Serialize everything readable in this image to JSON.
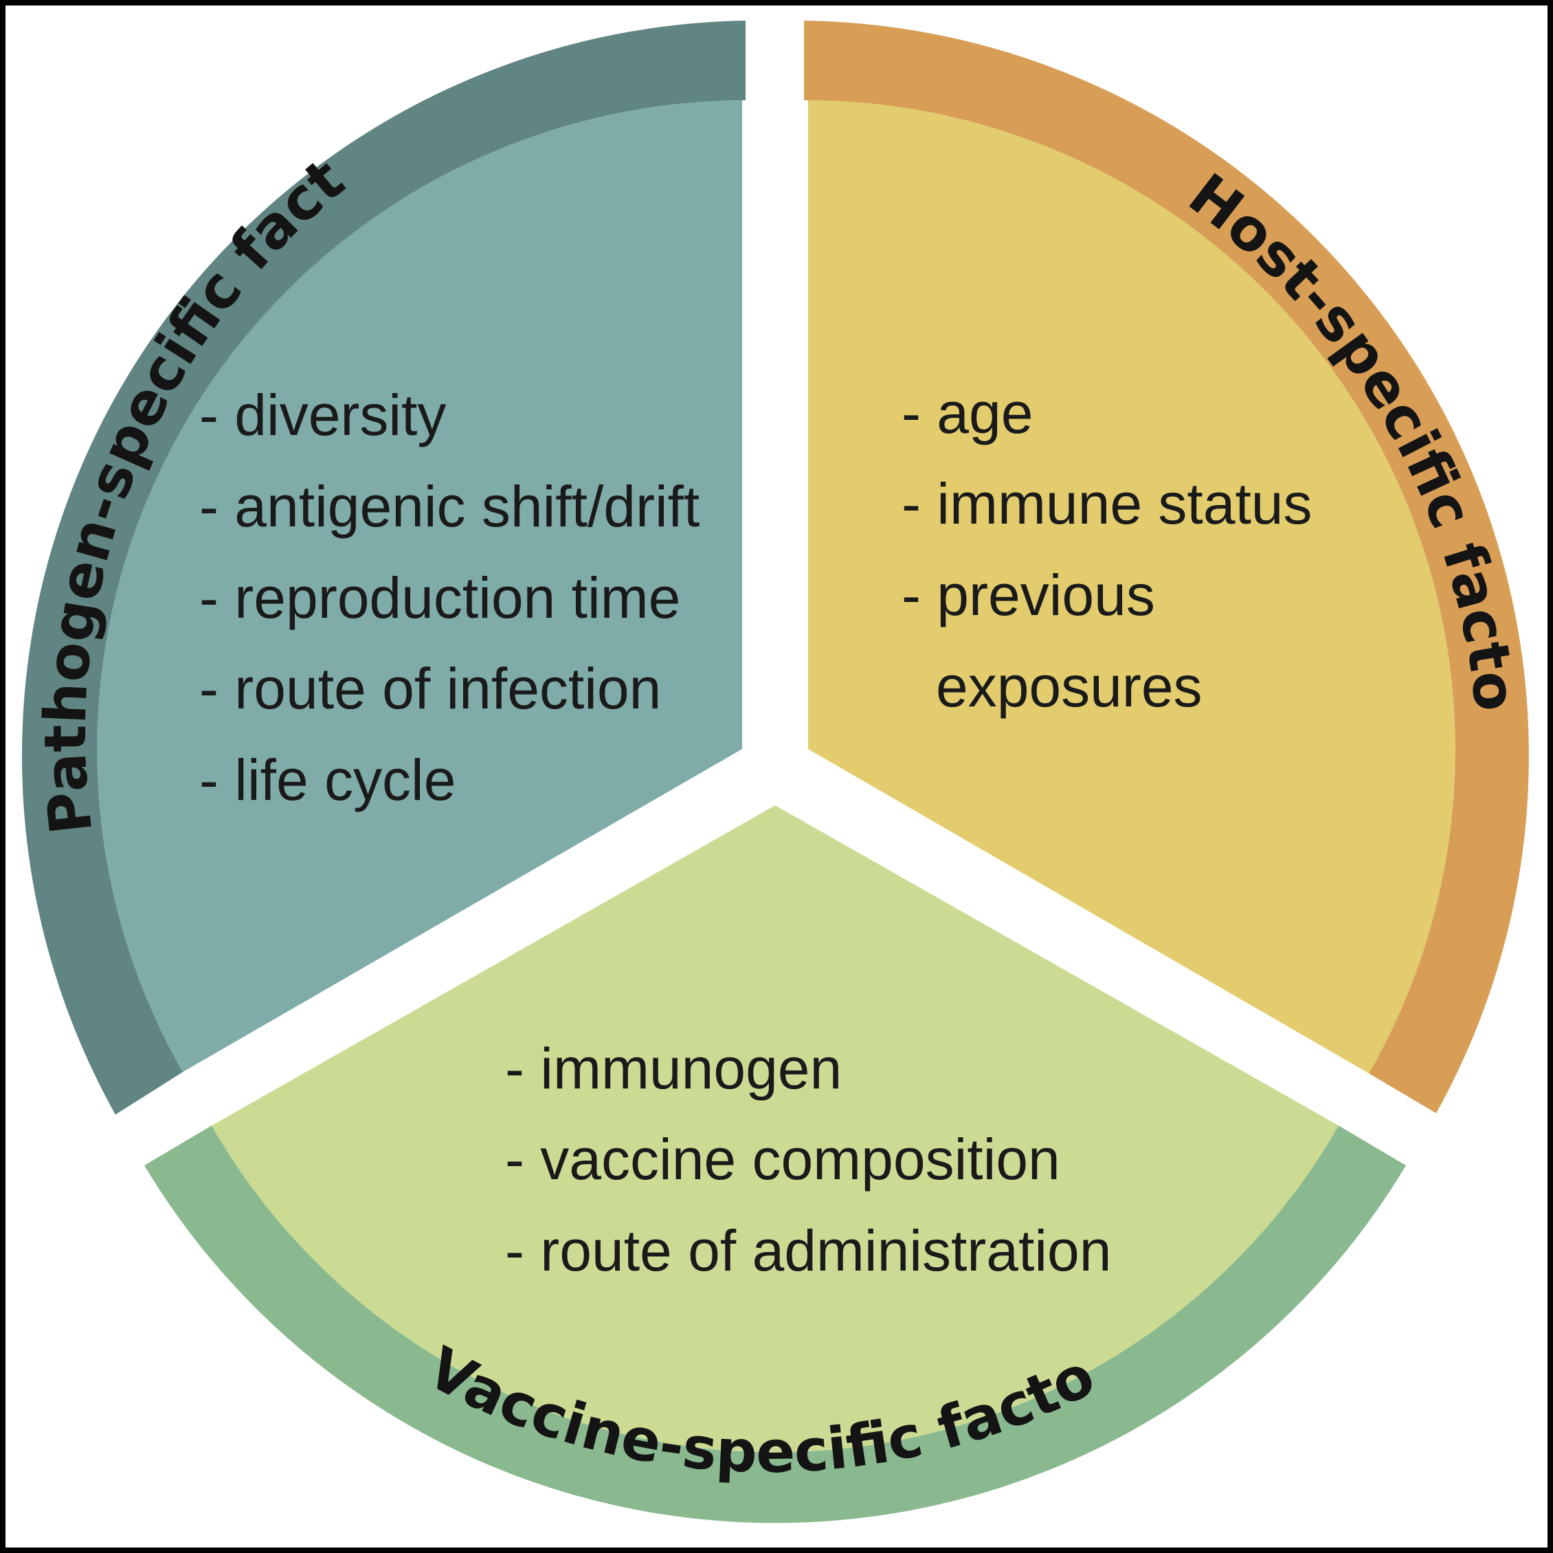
{
  "colors": {
    "pathogen_ring": "#618582",
    "pathogen_fill": "#7faba8",
    "host_ring": "#d89e56",
    "host_fill": "#e2cc6e",
    "vaccine_ring": "#8ab98f",
    "vaccine_fill": "#ccdb94",
    "frame": "#000000",
    "background": "#ffffff"
  },
  "segments": {
    "pathogen": {
      "title": "Pathogen-specific factors",
      "items": [
        "- diversity",
        "- antigenic shift/drift",
        "- reproduction time",
        "- route of infection",
        "- life cycle"
      ]
    },
    "host": {
      "title": "Host-specific factors",
      "items": [
        "- age",
        "- immune status",
        "- previous",
        "exposures"
      ]
    },
    "vaccine": {
      "title": "Vaccine-specific factors",
      "items": [
        "- immunogen",
        "- vaccine composition",
        "- route of administration"
      ]
    }
  }
}
